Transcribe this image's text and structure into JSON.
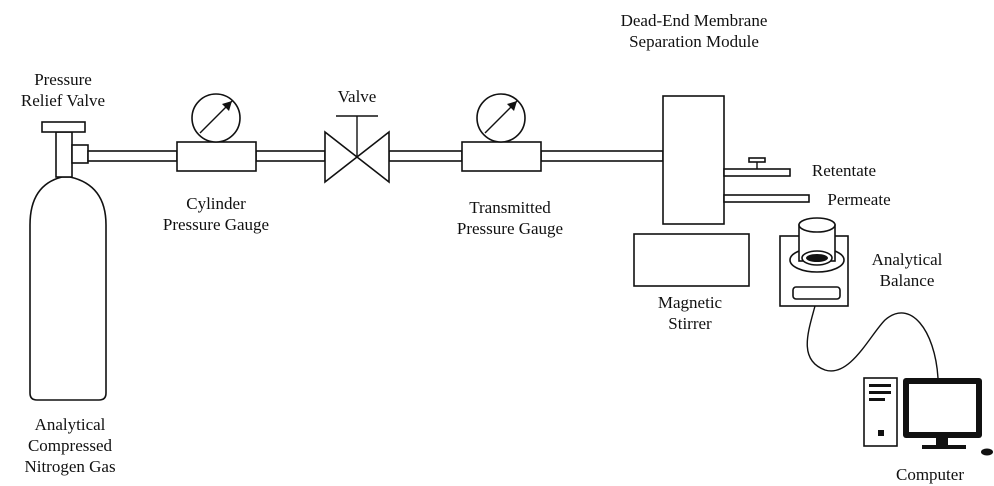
{
  "labels": {
    "pressure_relief_valve": [
      "Pressure",
      "Relief Valve"
    ],
    "cylinder_pressure_gauge": [
      "Cylinder",
      "Pressure Gauge"
    ],
    "valve": "Valve",
    "transmitted_pressure_gauge": [
      "Transmitted",
      "Pressure Gauge"
    ],
    "membrane_module": [
      "Dead-End Membrane",
      "Separation Module"
    ],
    "retentate": "Retentate",
    "permeate": "Permeate",
    "analytical_balance": [
      "Analytical",
      "Balance"
    ],
    "magnetic_stirrer": [
      "Magnetic",
      "Stirrer"
    ],
    "gas_cylinder": [
      "Analytical",
      "Compressed",
      "Nitrogen Gas"
    ],
    "computer": "Computer"
  },
  "colors": {
    "line": "#111111",
    "fill": "#ffffff"
  }
}
